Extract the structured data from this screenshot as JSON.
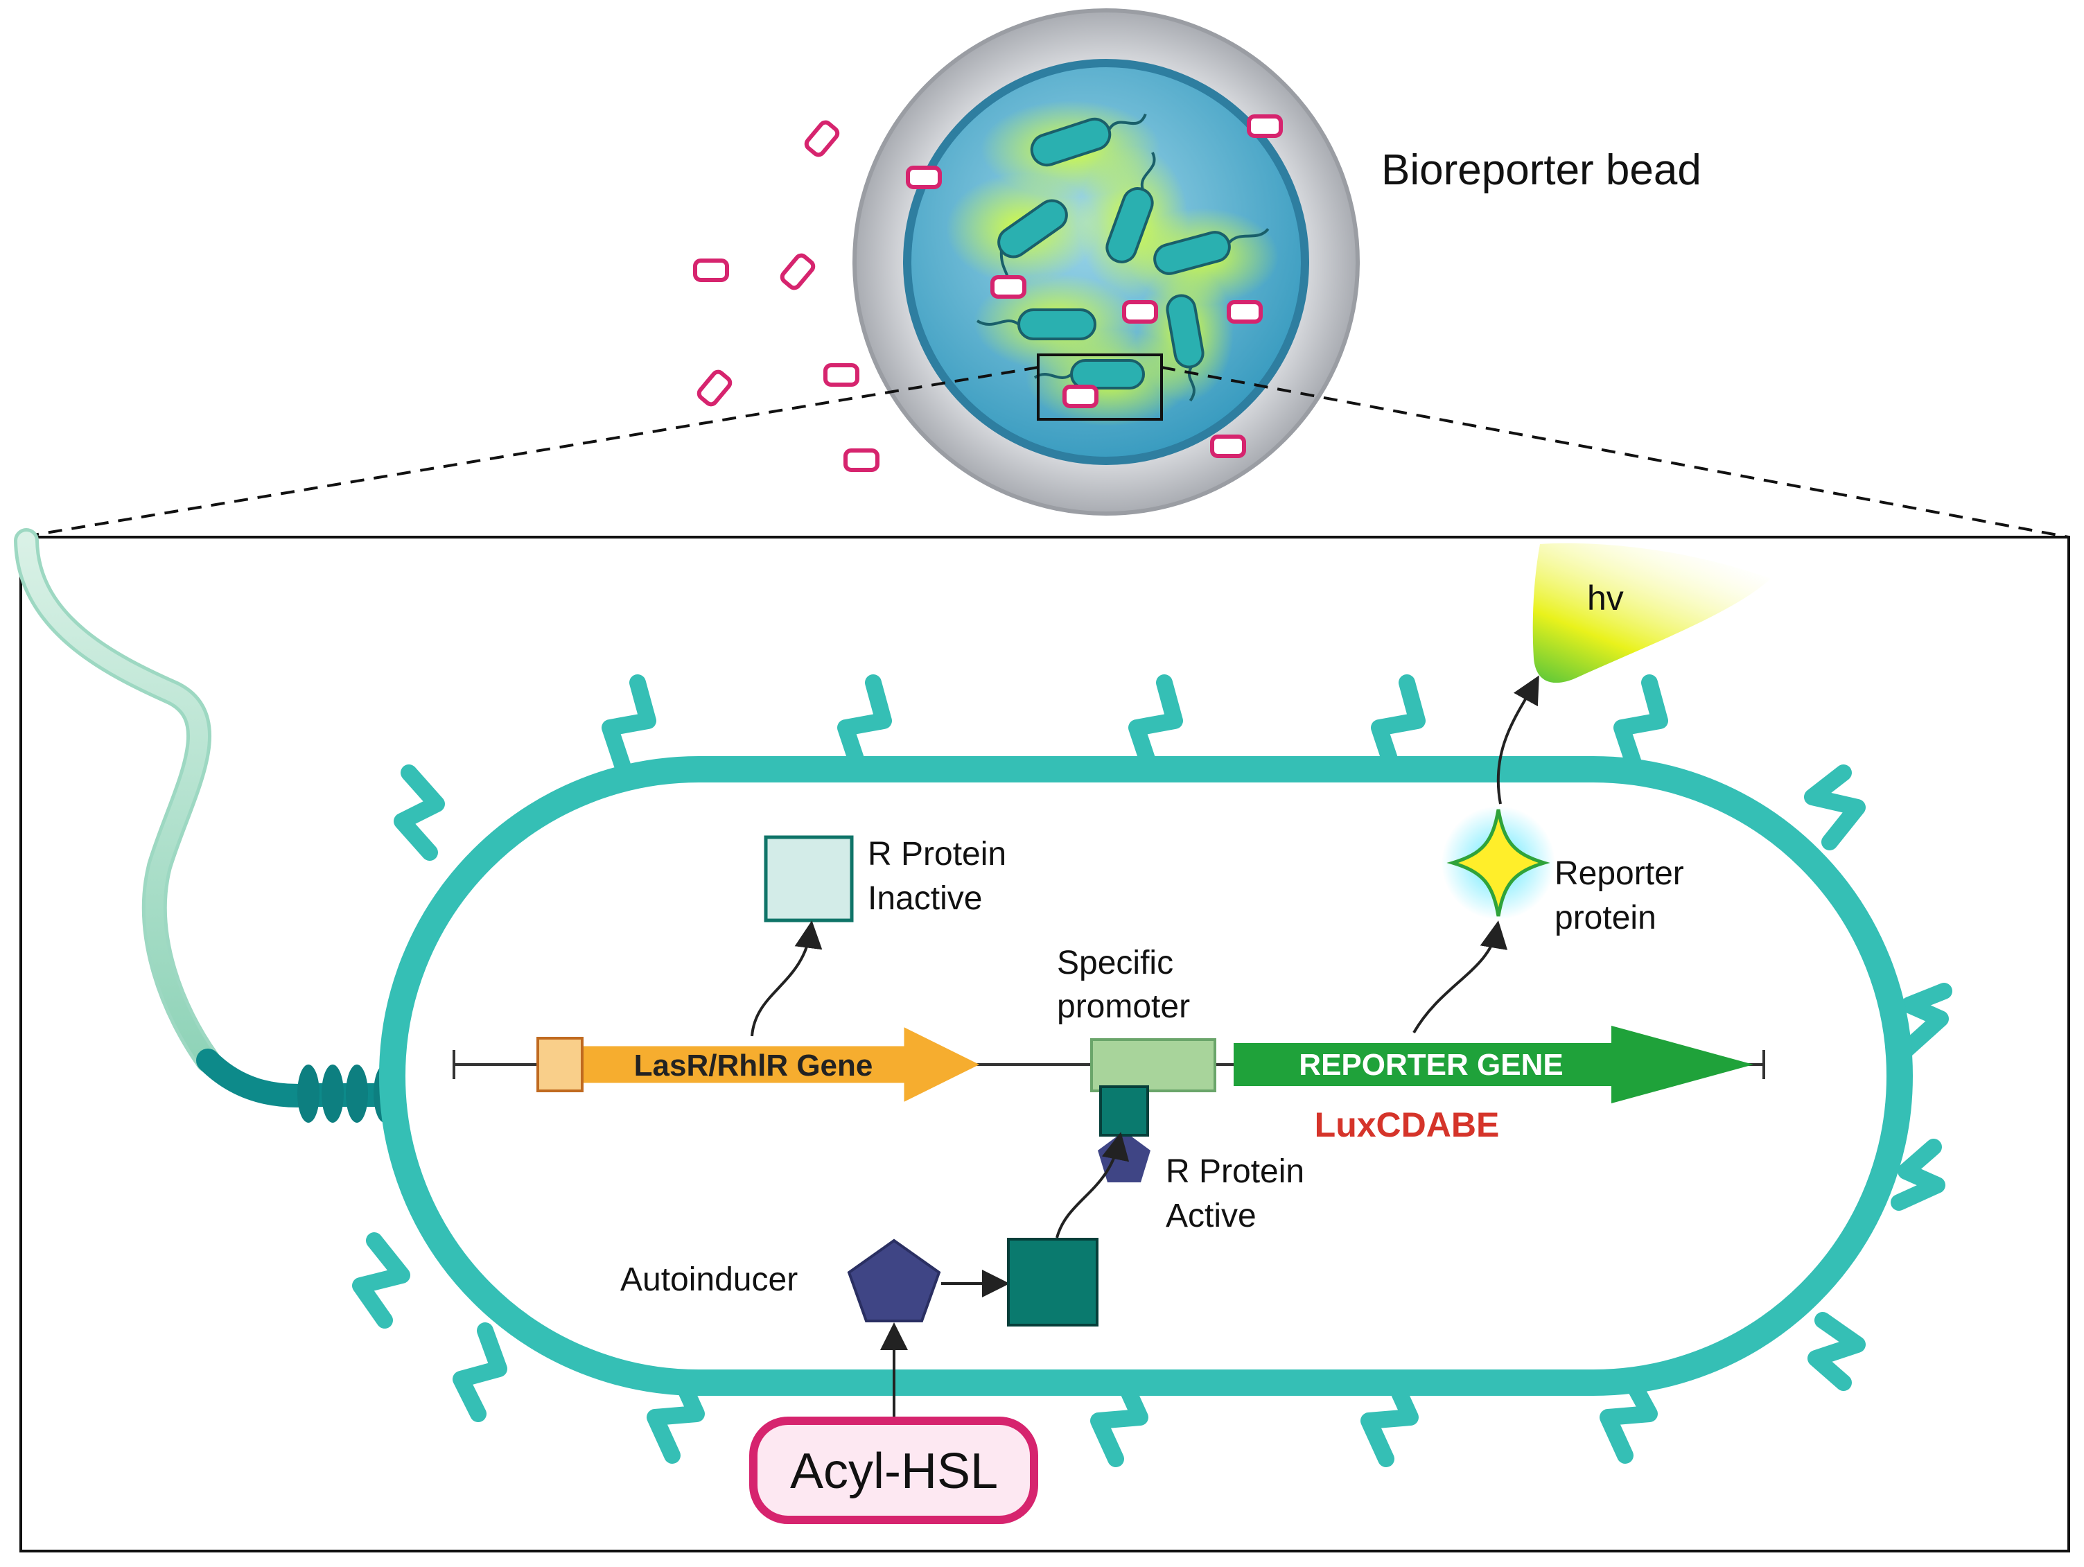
{
  "bead": {
    "label": "Bioreporter bead"
  },
  "cell": {
    "r_protein_inactive": [
      "R Protein",
      "Inactive"
    ],
    "specific_promoter": [
      "Specific",
      "promoter"
    ],
    "reporter_protein": [
      "Reporter",
      "protein"
    ],
    "r_protein_active": [
      "R Protein",
      "Active"
    ],
    "autoinducer": "Autoinducer",
    "acyl_hsl": "Acyl-HSL",
    "light": "hv",
    "regulator_gene": "LasR/RhlR Gene",
    "reporter_gene": "REPORTER GENE",
    "reporter_operon": "LuxCDABE"
  },
  "colors": {
    "cell_wall": "#35bfb5",
    "regulator_gene": "#f6ad2f",
    "reporter_gene": "#1fa23a",
    "promoter": "#a8d49b",
    "r_protein_active": "#0a7a6e",
    "r_protein_inactive": "#d3ece8",
    "autoinducer": "#3f4585",
    "acyl_hsl_border": "#d6246e",
    "operon_text": "#d5342a"
  }
}
